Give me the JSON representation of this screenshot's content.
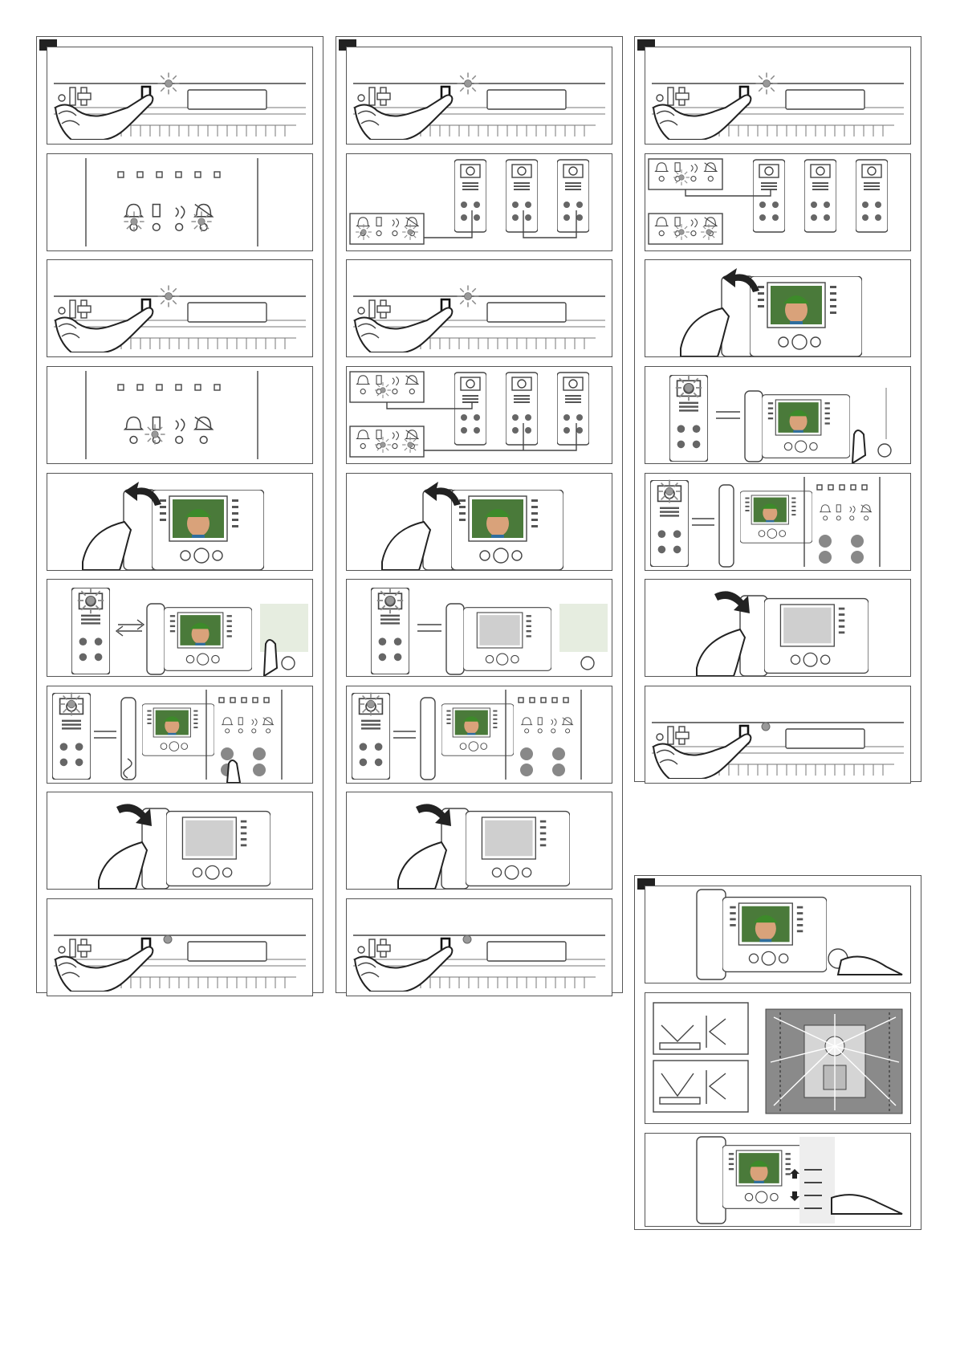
{
  "page": {
    "background": "#ffffff"
  },
  "columns": [
    {
      "id": "A",
      "badge": "",
      "panels": [
        "wall-button-led",
        "led-panel-two-lit",
        "wall-button-led",
        "led-panel-door-lit",
        "lift-handset",
        "call-door-station",
        "door-station-buttons",
        "hang-up",
        "wall-button-off"
      ]
    },
    {
      "id": "B",
      "badge": "",
      "panels": [
        "wall-button-led",
        "led-box-stations",
        "wall-button-led",
        "led-box-stations-double",
        "lift-handset",
        "call-door-station",
        "door-station-buttons",
        "hang-up",
        "wall-button-off"
      ]
    },
    {
      "id": "C",
      "badge": "",
      "panels": [
        "wall-button-led",
        "led-box-stations-double",
        "lift-handset",
        "call-door-station",
        "door-station-buttons",
        "hang-up",
        "wall-button-off"
      ]
    },
    {
      "id": "D",
      "badge": "",
      "panels": [
        "monitor-button-press",
        "camera-angle",
        "monitor-volume"
      ]
    }
  ],
  "colors": {
    "line": "#444444",
    "screen": "#4a7a3a",
    "badge": "#222222",
    "led": "#999999"
  },
  "icons": [
    "bell-icon",
    "door-icon",
    "speaker-icon",
    "bell-off-icon",
    "arrow-icon",
    "led-burst-icon"
  ]
}
